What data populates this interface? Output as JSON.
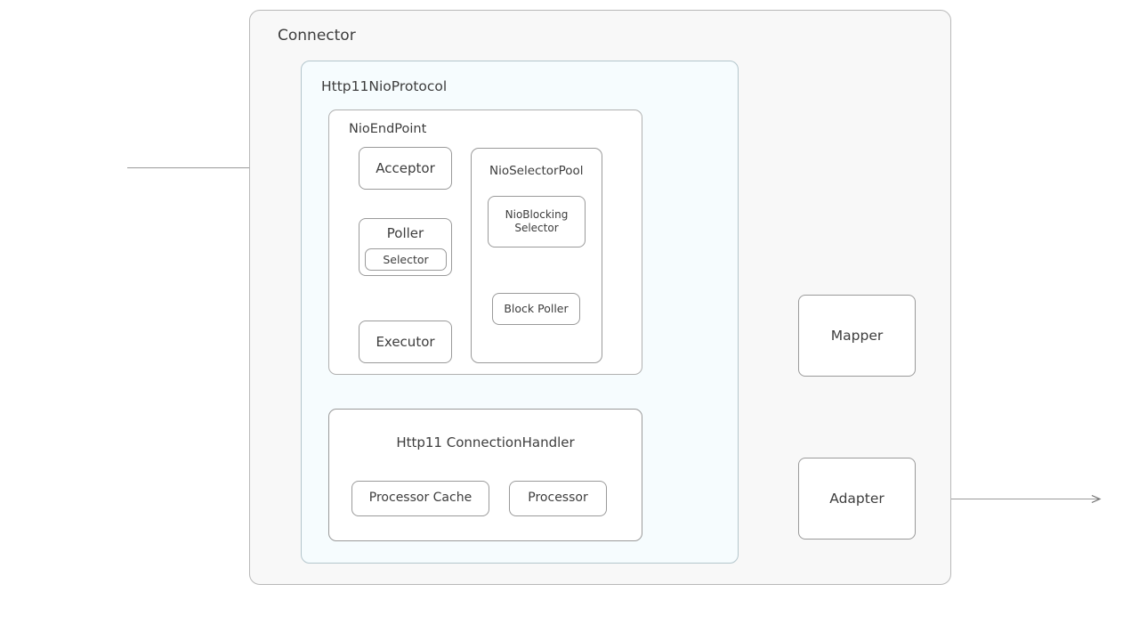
{
  "diagram": {
    "title": "Connector",
    "kind": "architecture-diagram",
    "colors": {
      "connector_bg": "#f8f8f8",
      "protocol_bg": "#f6fcfe",
      "node_bg": "#ffffff",
      "border": "#9a9a9a",
      "text": "#3d3d3d",
      "edge": "#9a9a9a"
    }
  },
  "connector": {
    "title": "Connector",
    "protocol": {
      "title": "Http11NioProtocol",
      "endpoint": {
        "title": "NioEndPoint",
        "acceptor": {
          "label": "Acceptor"
        },
        "poller": {
          "label": "Poller",
          "selector": {
            "label": "Selector"
          }
        },
        "executor": {
          "label": "Executor"
        },
        "selector_pool": {
          "title": "NioSelectorPool",
          "nio_blocking_selector": {
            "label": "NioBlocking Selector",
            "line1": "NioBlocking",
            "line2": "Selector"
          },
          "block_poller": {
            "label": "Block Poller"
          }
        }
      },
      "connection_handler": {
        "title": "Http11 ConnectionHandler",
        "processor_cache": {
          "label": "Processor Cache"
        },
        "processor": {
          "label": "Processor"
        }
      }
    },
    "mapper": {
      "label": "Mapper"
    },
    "adapter": {
      "label": "Adapter"
    }
  },
  "edges": [
    {
      "name": "inbound-request-to-acceptor",
      "from": "external-left",
      "to": "Acceptor",
      "arrow": true
    },
    {
      "name": "acceptor-to-poller",
      "from": "Acceptor",
      "to": "Poller",
      "arrow": false
    },
    {
      "name": "poller-to-executor",
      "from": "Poller",
      "to": "Executor",
      "arrow": false
    },
    {
      "name": "executor-to-connection-handler",
      "from": "Executor",
      "to": "Http11 ConnectionHandler",
      "arrow": true
    },
    {
      "name": "processor-to-adapter",
      "from": "Processor",
      "to": "Adapter",
      "arrow": true
    },
    {
      "name": "mapper-to-adapter",
      "from": "Mapper",
      "to": "Adapter",
      "arrow": true
    },
    {
      "name": "adapter-outbound",
      "from": "Adapter",
      "to": "external-right",
      "arrow": true
    }
  ]
}
